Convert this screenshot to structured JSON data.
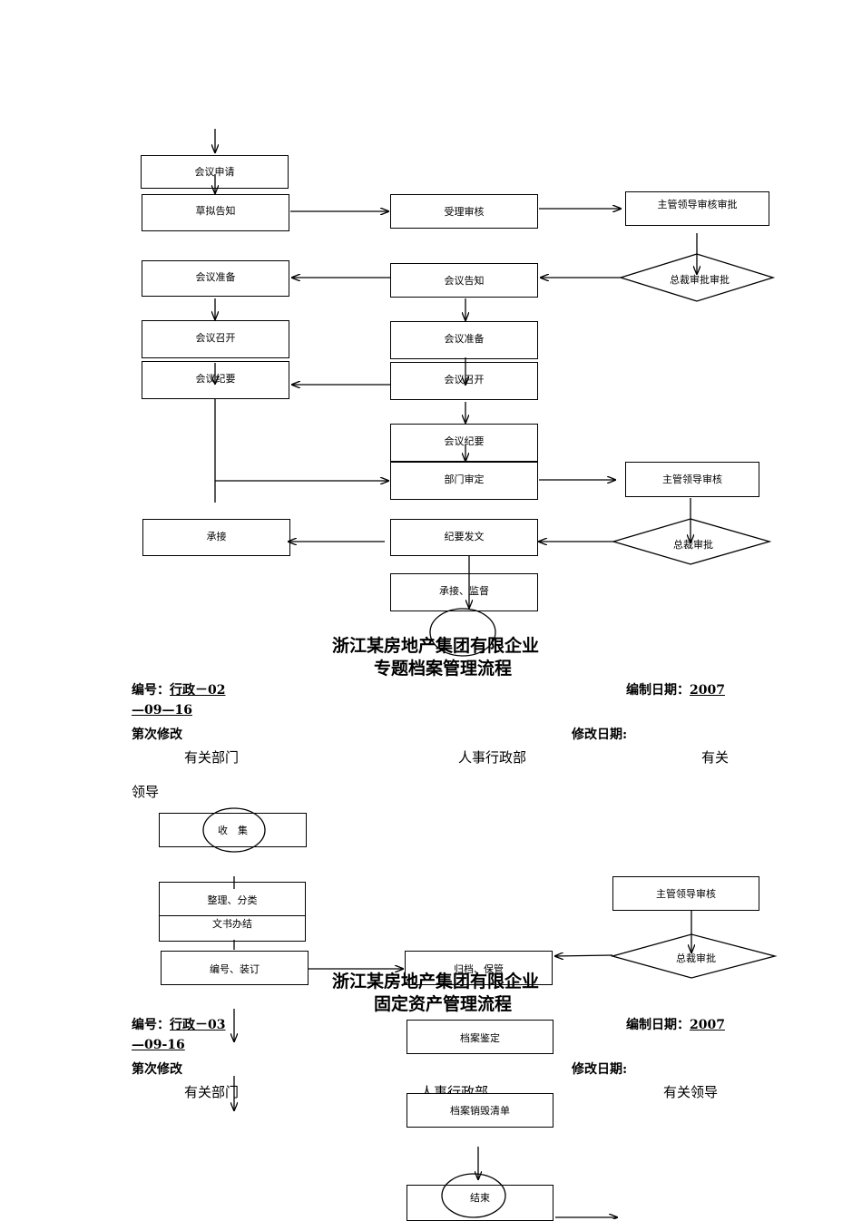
{
  "flow1": {
    "meeting_apply": "会议申请",
    "draft_notice": "草拟告知",
    "accept_review": "受理审核",
    "supervisor_approve": "主管领导审核审批",
    "president_approve": "总裁审批审批",
    "meeting_prep_left": "会议准备",
    "meeting_notice": "会议告知",
    "meeting_hold_left": "会议召开",
    "meeting_prep_mid": "会议准备",
    "minutes_left": "会议纪要",
    "meeting_hold_mid": "会议召开",
    "minutes_mid": "会议纪要",
    "dept_review": "部门审定",
    "supervisor_review": "主管领导审核",
    "undertake": "承接",
    "minutes_issue": "纪要发文",
    "president_review": "总裁审批",
    "undertake_supervise": "承接、监督"
  },
  "doc2": {
    "company": "浙江某房地产集团有限企业",
    "title": "专题档案管理流程",
    "code_label": "编号：",
    "code_value": "行政－02",
    "date_label": "编制日期：",
    "date_value_a": "2007",
    "date_value_b": "—09—16",
    "revision_label": "第次修改",
    "revision_date_label": "修改日期:",
    "col_dept": "有关部门",
    "col_hr": "人事行政部",
    "col_leader_a": "有关",
    "col_leader_b": "领导"
  },
  "flow2": {
    "collect": "收　集",
    "sort_classify": "整理、分类",
    "clerk_complete": "文书办结",
    "number_bind": "编号、装订",
    "archive_keep": "归档、保管",
    "supervisor_review": "主管领导审核",
    "president_review": "总裁审批",
    "appraisal": "档案鉴定",
    "destroy_list": "档案销毁清单",
    "end": "结束"
  },
  "doc3": {
    "company": "浙江某房地产集团有限企业",
    "title": "固定资产管理流程",
    "code_label": "编号：",
    "code_value": "行政－03",
    "date_label": "编制日期：",
    "date_value_a": "2007",
    "date_value_b": "—09-16",
    "revision_label": "第次修改",
    "revision_date_label": "修改日期:",
    "col_dept": "有关部门",
    "col_hr": "人事行政部",
    "col_leader": "有关领导"
  }
}
